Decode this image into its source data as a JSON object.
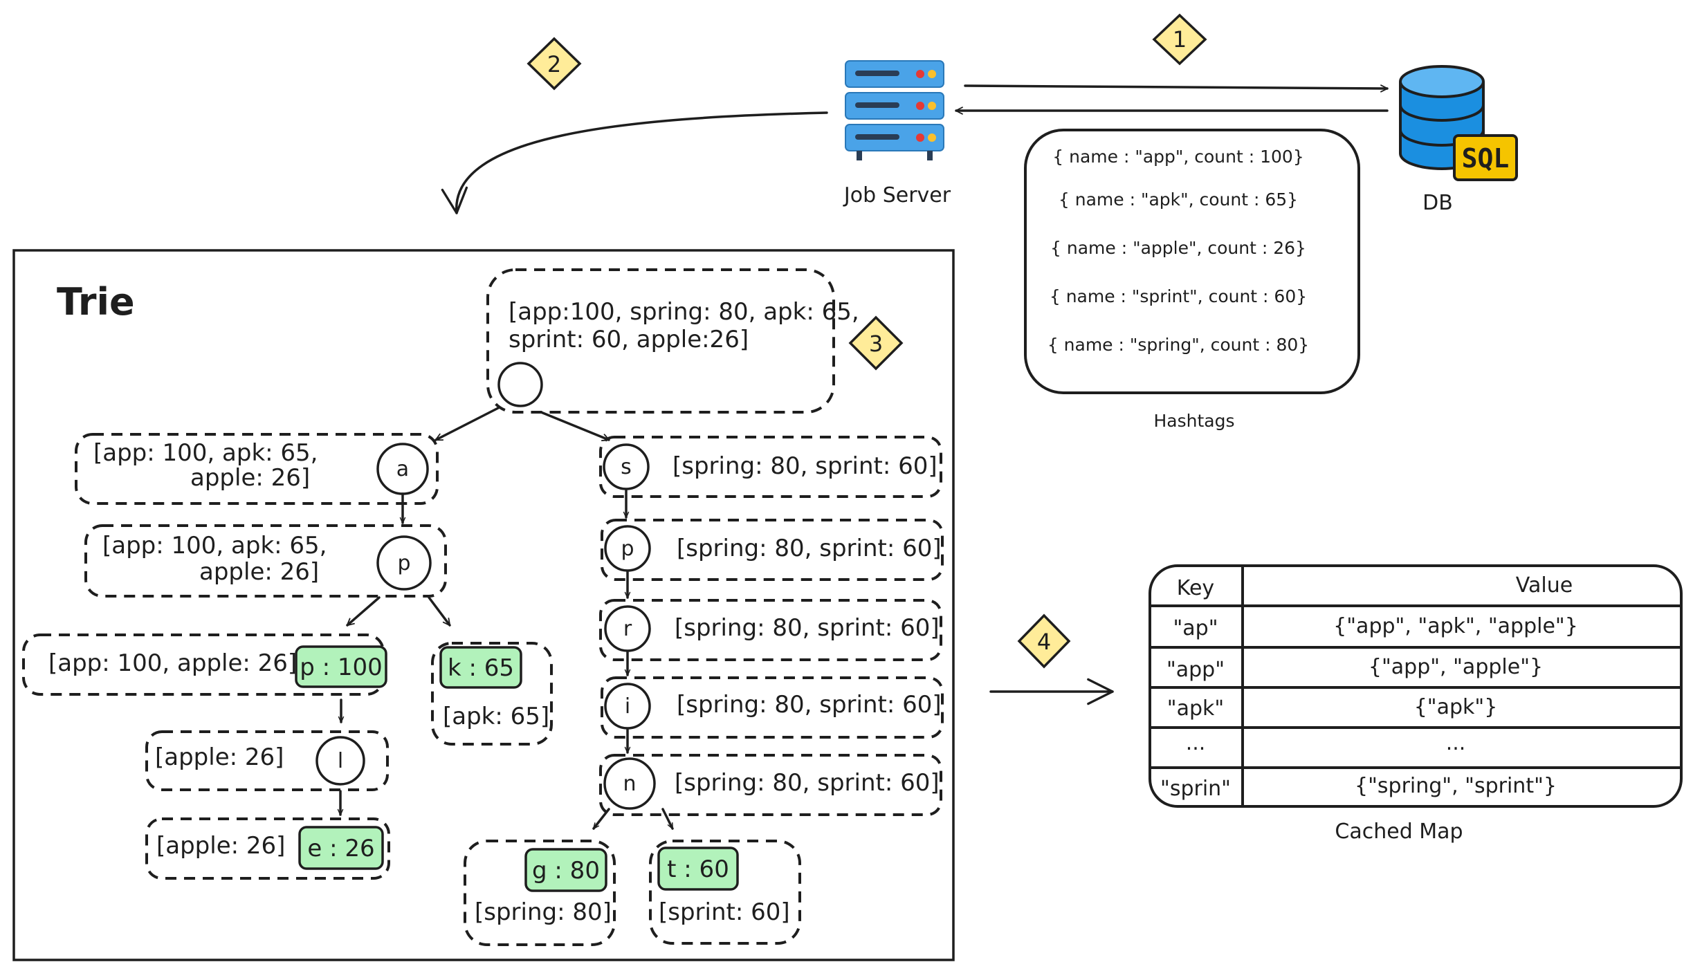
{
  "colors": {
    "leaf": "#b2f2bb",
    "badge": "#ffec99",
    "stroke": "#1e1e1e",
    "server": "#4aa3e8",
    "db": "#1b8fe0",
    "sql": "#f5c400"
  },
  "steps": [
    "1",
    "2",
    "3",
    "4"
  ],
  "job_server": {
    "label": "Job Server",
    "icon": "server-icon"
  },
  "db": {
    "label": "DB",
    "badge": "SQL",
    "icon": "database-icon"
  },
  "hashtags": {
    "caption": "Hashtags",
    "rows": [
      "{ name : \"app\", count : 100}",
      "{ name : \"apk\", count : 65}",
      "{ name : \"apple\", count : 26}",
      "{ name : \"sprint\", count : 60}",
      "{ name : \"spring\", count : 80}"
    ]
  },
  "trie": {
    "title": "Trie",
    "root": {
      "line1": "[app:100, spring: 80, apk: 65,",
      "line2": "sprint: 60, apple:26]"
    },
    "a": {
      "line1": "[app: 100, apk: 65,",
      "line2": "apple: 26]",
      "letter": "a"
    },
    "ap": {
      "line1": "[app: 100, apk: 65,",
      "line2": "apple: 26]",
      "letter": "p"
    },
    "app": {
      "list": "[app: 100, apple: 26]",
      "leaf": "p : 100"
    },
    "apk": {
      "leaf": "k : 65",
      "list": "[apk: 65]"
    },
    "appl": {
      "list": "[apple: 26]",
      "letter": "l"
    },
    "apple": {
      "list": "[apple: 26]",
      "leaf": "e : 26"
    },
    "s": {
      "letter": "s",
      "list": "[spring: 80, sprint: 60]"
    },
    "sp": {
      "letter": "p",
      "list": "[spring: 80, sprint: 60]"
    },
    "spr": {
      "letter": "r",
      "list": "[spring: 80, sprint: 60]"
    },
    "spri": {
      "letter": "i",
      "list": "[spring: 80, sprint: 60]"
    },
    "sprin": {
      "letter": "n",
      "list": "[spring: 80, sprint: 60]"
    },
    "spring": {
      "leaf": "g : 80",
      "list": "[spring: 80]"
    },
    "sprint": {
      "leaf": "t : 60",
      "list": "[sprint: 60]"
    }
  },
  "cached_map": {
    "caption": "Cached Map",
    "headers": [
      "Key",
      "Value"
    ],
    "rows": [
      {
        "key": "\"ap\"",
        "value": "{\"app\", \"apk\", \"apple\"}"
      },
      {
        "key": "\"app\"",
        "value": "{\"app\", \"apple\"}"
      },
      {
        "key": "\"apk\"",
        "value": "{\"apk\"}"
      },
      {
        "key": "...",
        "value": "..."
      },
      {
        "key": "\"sprin\"",
        "value": "{\"spring\", \"sprint\"}"
      }
    ]
  }
}
